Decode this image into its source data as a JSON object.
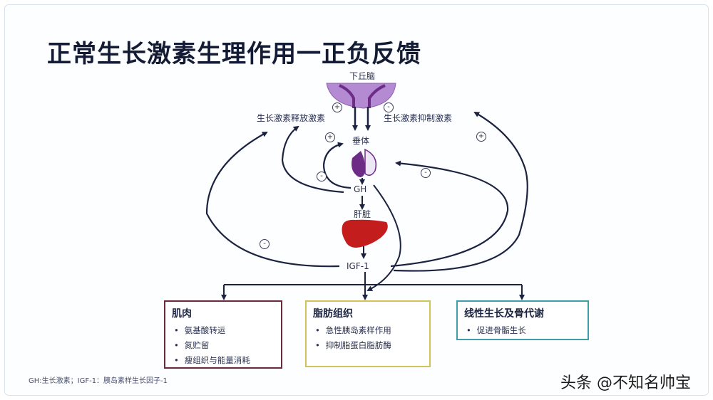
{
  "title": "正常生长激素生理作用一正负反馈",
  "nodes": {
    "hypothalamus": "下丘脑",
    "ghrh": "生长激素释放激素",
    "ghih": "生长激素抑制激素",
    "pituitary": "垂体",
    "gh": "GH",
    "liver": "肝脏",
    "igf1": "IGF-1"
  },
  "signs": {
    "ghrh_in": "+",
    "ghih_in": "-",
    "short_loop": "+",
    "gh_to_ghrh": "-",
    "igf_to_ghih": "+",
    "igf_to_pit": "-",
    "igf_to_ghrh": "-"
  },
  "targets": [
    {
      "title": "肌肉",
      "items": [
        "氨基酸转运",
        "氮贮留",
        "瘦组织与能量消耗"
      ],
      "color": "#6b2a3c"
    },
    {
      "title": "脂肪组织",
      "items": [
        "急性胰岛素样作用",
        "抑制脂蛋白脂肪酶"
      ],
      "color": "#cfc35a"
    },
    {
      "title": "线性生长及骨代谢",
      "items": [
        "促进骨骺生长"
      ],
      "color": "#3f9ea8"
    }
  ],
  "footnote": "GH:生长激素；IGF-1：胰岛素样生长因子-1",
  "watermark": "头条 @不知名帅宝",
  "colors": {
    "hypothalamus": "#b48ad3",
    "pituitary": "#6d2d86",
    "liver": "#c41d1d",
    "arrow": "#1b2340"
  }
}
